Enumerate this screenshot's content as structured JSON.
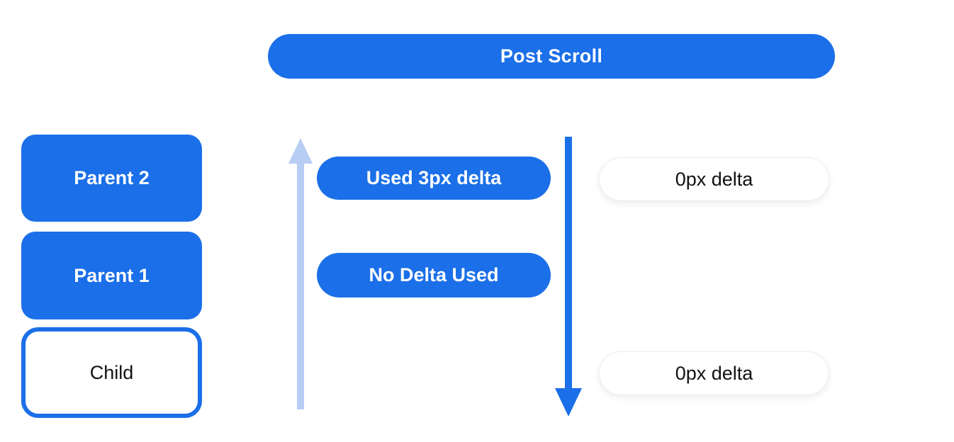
{
  "header": {
    "title": "Post Scroll"
  },
  "left_column": {
    "boxes": [
      {
        "label": "Parent 2",
        "variant": "blue"
      },
      {
        "label": "Parent 1",
        "variant": "blue"
      },
      {
        "label": "Child",
        "variant": "outlined"
      }
    ]
  },
  "middle_column": {
    "up_arrow": "scroll-direction-up",
    "down_arrow": "scroll-direction-down",
    "pills": [
      {
        "label": "Used 3px delta"
      },
      {
        "label": "No Delta Used"
      }
    ]
  },
  "right_column": {
    "pills": [
      {
        "label": "0px delta"
      },
      {
        "label": "0px delta"
      }
    ]
  },
  "colors": {
    "primary_blue": "#1b6fe8",
    "light_blue": "#b8cdf4",
    "text_dark": "#111111",
    "pill_border": "#ececec",
    "background": "#ffffff"
  }
}
